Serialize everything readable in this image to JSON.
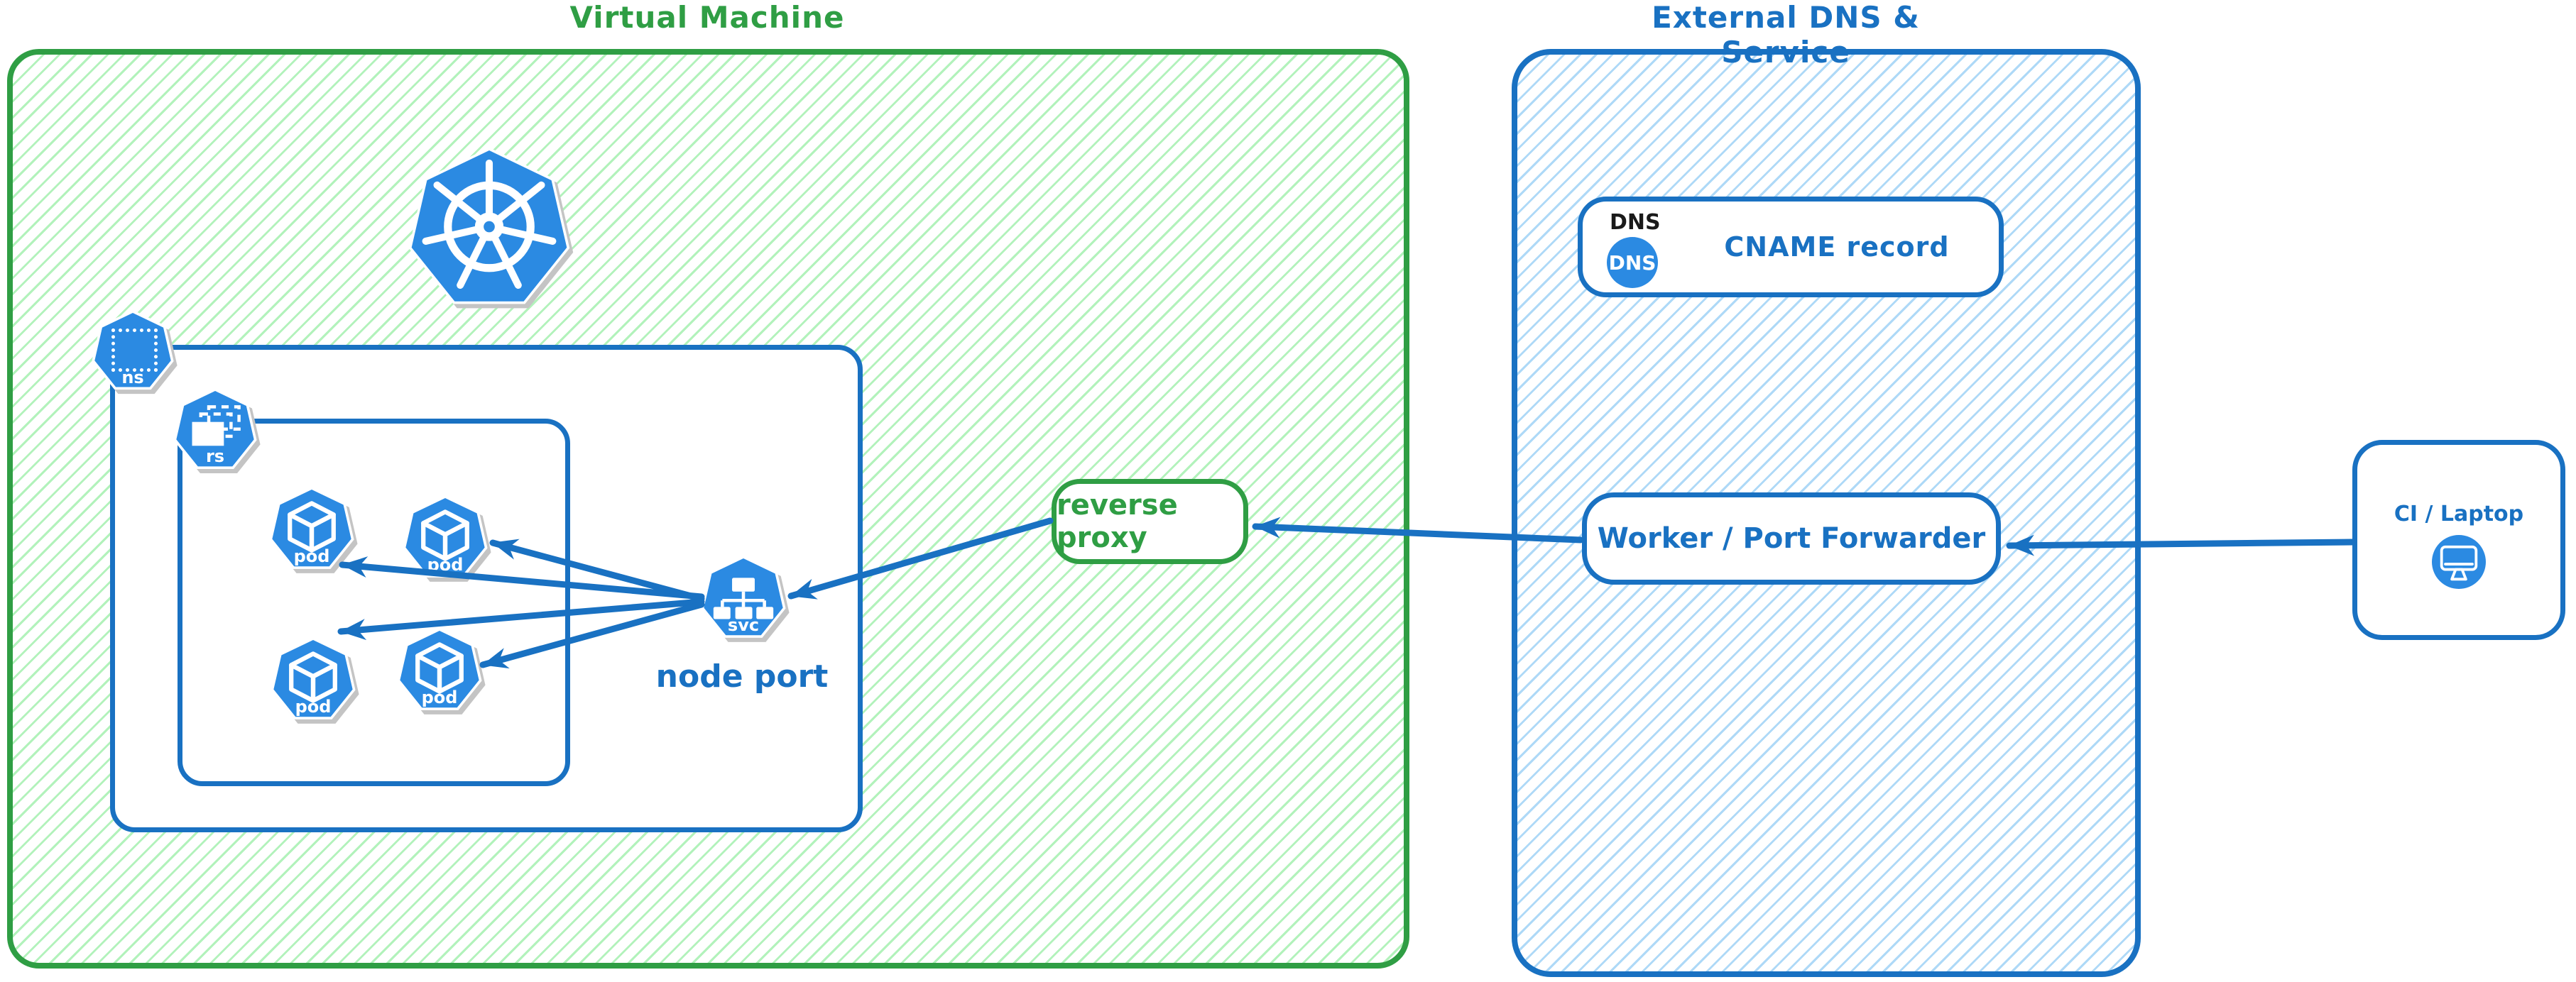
{
  "vm_region": {
    "title": "Virtual Machine"
  },
  "cluster": {
    "namespace_icon_label": "ns",
    "replicaset_icon_label": "rs",
    "pod_icon_label": "pod",
    "service_icon_label": "svc",
    "service_caption": "node port"
  },
  "reverse_proxy": {
    "label": "reverse proxy"
  },
  "external_region": {
    "title": "External DNS & Service",
    "dns_card": {
      "tag": "DNS",
      "icon_text": "DNS",
      "label": "CNAME record"
    },
    "worker_card": {
      "label": "Worker / Port Forwarder"
    }
  },
  "client": {
    "label": "CI / Laptop"
  },
  "connections": [
    {
      "from": "ci-laptop",
      "to": "worker-port-forwarder"
    },
    {
      "from": "worker-port-forwarder",
      "to": "reverse-proxy"
    },
    {
      "from": "reverse-proxy",
      "to": "node-port-service"
    },
    {
      "from": "node-port-service",
      "to": "pod-top-left"
    },
    {
      "from": "node-port-service",
      "to": "pod-top-right"
    },
    {
      "from": "node-port-service",
      "to": "pod-bottom-left"
    },
    {
      "from": "node-port-service",
      "to": "pod-bottom-right"
    }
  ],
  "colors": {
    "green": "#2f9e44",
    "green_hatch": "#b2f2bb",
    "blue": "#1971c2",
    "blue_hatch": "#aed9f7",
    "icon_blue": "#2b8ae2",
    "dns_tag_text": "#1a1a1a"
  }
}
